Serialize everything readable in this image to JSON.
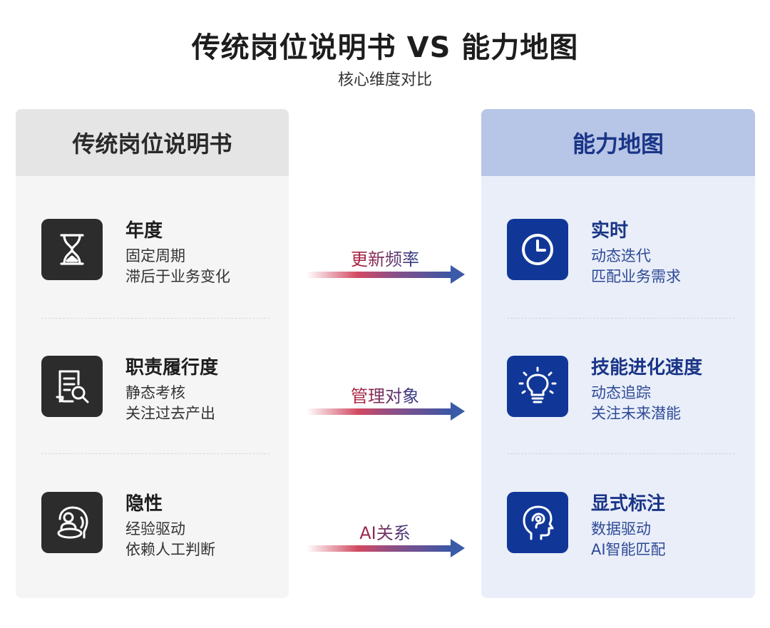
{
  "title": "传统岗位说明书 VS 能力地图",
  "subtitle": "核心维度对比",
  "left": {
    "header": "传统岗位说明书",
    "items": [
      {
        "icon": "hourglass-icon",
        "title": "年度",
        "lines": [
          "固定周期",
          "滞后于业务变化"
        ]
      },
      {
        "icon": "document-search-icon",
        "title": "职责履行度",
        "lines": [
          "静态考核",
          "关注过去产出"
        ]
      },
      {
        "icon": "head-puzzle-icon",
        "title": "隐性",
        "lines": [
          "经验驱动",
          "依赖人工判断"
        ]
      }
    ]
  },
  "right": {
    "header": "能力地图",
    "items": [
      {
        "icon": "clock-icon",
        "title": "实时",
        "lines": [
          "动态迭代",
          "匹配业务需求"
        ]
      },
      {
        "icon": "lightbulb-icon",
        "title": "技能进化速度",
        "lines": [
          "动态追踪",
          "关注未来潜能"
        ]
      },
      {
        "icon": "head-brain-icon",
        "title": "显式标注",
        "lines": [
          "数据驱动",
          "AI智能匹配"
        ]
      }
    ]
  },
  "connectors": [
    "更新频率",
    "管理对象",
    "AI关系"
  ],
  "colors": {
    "left_icon_bg": "#2c2c2c",
    "right_icon_bg": "#103798",
    "right_header_bg": "#b7c5e6",
    "accent_red": "#b2233d",
    "accent_blue": "#22418f"
  }
}
